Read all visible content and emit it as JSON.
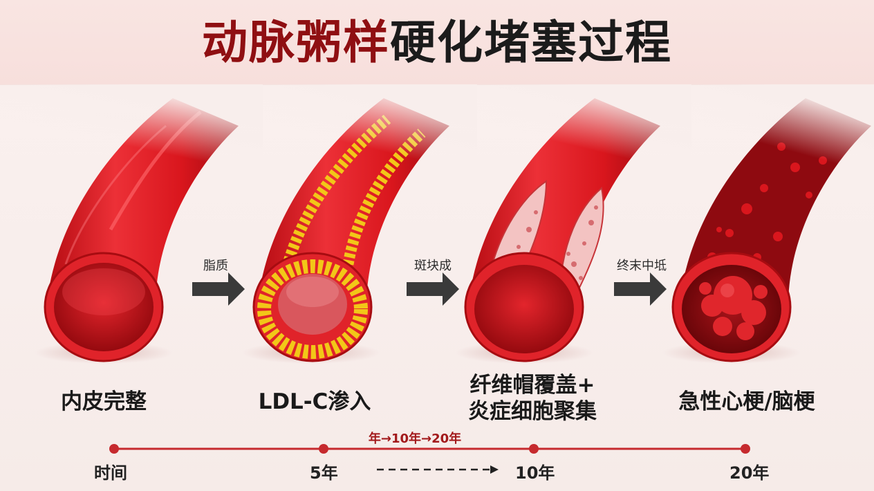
{
  "title": {
    "part1": "动脉粥样",
    "part2": "硬化堵塞过程"
  },
  "stages": [
    {
      "label": "内皮完整"
    },
    {
      "label": "LDL-C渗入"
    },
    {
      "label_line1": "纤维帽覆盖+",
      "label_line2": "炎症细胞聚集"
    },
    {
      "label": "急性心梗/脑梗"
    }
  ],
  "arrows": [
    {
      "label": "脂质"
    },
    {
      "label": "斑块成"
    },
    {
      "label": "终末中坻"
    }
  ],
  "timeline": {
    "start_label": "时间",
    "center_note": "年→10年→20年",
    "ticks": [
      "5年",
      "10年",
      "20年"
    ]
  },
  "colors": {
    "title_accent": "#8f0f12",
    "artery_red": "#d4141a",
    "plaque_yellow": "#f2c718",
    "timeline_red": "#c62a2e"
  },
  "icons": [
    "right-arrow-icon",
    "right-arrow-icon",
    "right-arrow-icon"
  ]
}
